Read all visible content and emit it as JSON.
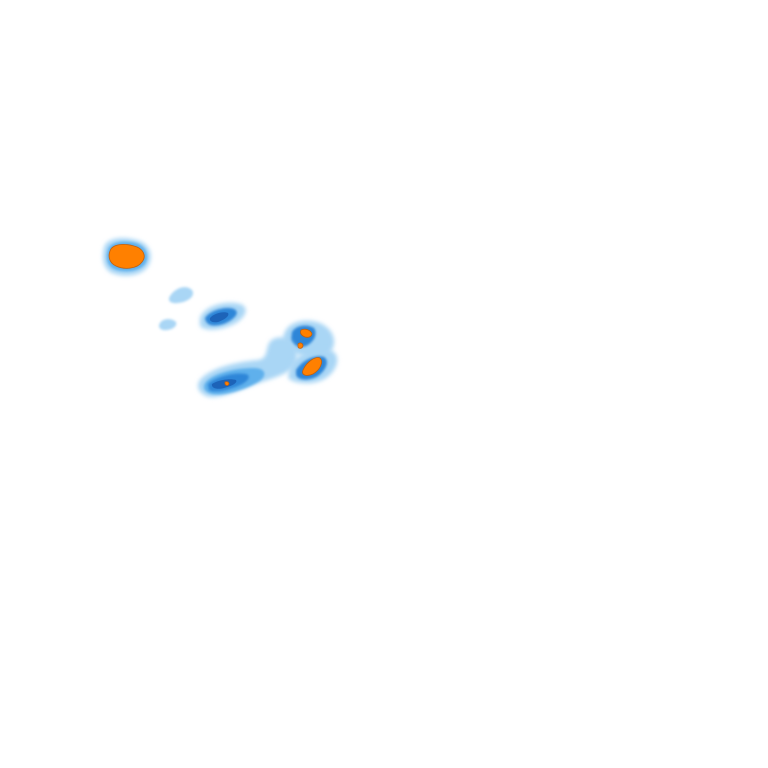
{
  "map": {
    "layer": "precipitation-radar-overlay",
    "background_color": "#ffffff",
    "palette": {
      "light": "#a9d6f5",
      "medium": "#5fb0ec",
      "strong": "#2f86d8",
      "heavy": "#1d63b8",
      "extreme": "#ff8000",
      "extreme_outline": "#c06010"
    },
    "cells": [
      {
        "name": "cell-northwest",
        "intensity": "extreme"
      },
      {
        "name": "cell-small-west",
        "intensity": "light"
      },
      {
        "name": "cell-small-far-west",
        "intensity": "light"
      },
      {
        "name": "cell-central-north",
        "intensity": "heavy"
      },
      {
        "name": "cell-east-upper",
        "intensity": "extreme"
      },
      {
        "name": "cell-east-lower",
        "intensity": "extreme"
      },
      {
        "name": "cell-southwest-band",
        "intensity": "heavy"
      }
    ]
  }
}
